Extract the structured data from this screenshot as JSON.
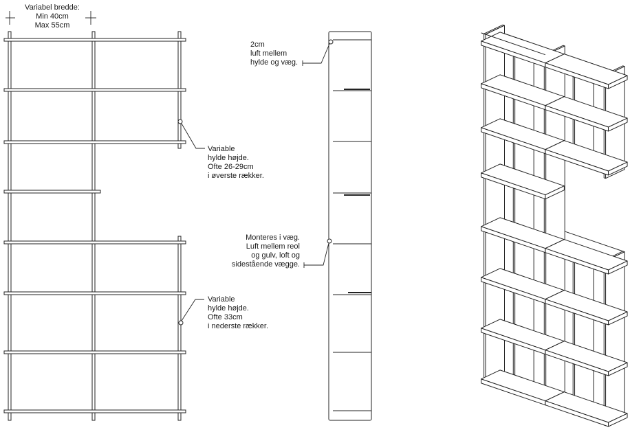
{
  "annotations": {
    "width_note": [
      "Variabel bredde:",
      "Min 40cm",
      "Max 55cm"
    ],
    "wall_gap_note": [
      "2cm",
      "luft mellem",
      "hylde og væg."
    ],
    "top_height_note": [
      "Variable",
      "hylde højde.",
      "Ofte 26-29cm",
      "i øverste rækker."
    ],
    "mount_note": [
      "Monteres i væg.",
      "Luft mellem reol",
      "og gulv, loft og",
      "sidestående vægge."
    ],
    "bottom_height_note": [
      "Variable",
      "hylde højde.",
      "Ofte 33cm",
      "i nederste rækker."
    ]
  },
  "colors": {
    "line": "#222222",
    "background": "#ffffff"
  },
  "views": [
    "front-elevation",
    "side-elevation",
    "isometric-view"
  ]
}
